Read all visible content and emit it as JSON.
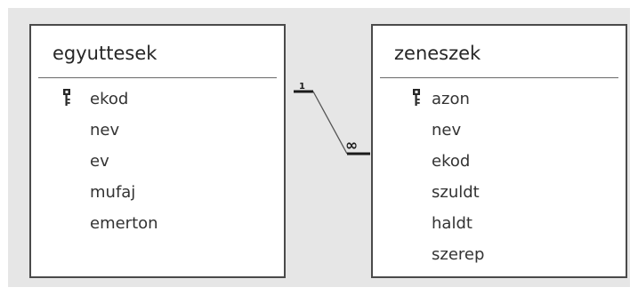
{
  "tables": {
    "left": {
      "title": "egyuttesek",
      "fields": [
        "ekod",
        "nev",
        "ev",
        "mufaj",
        "emerton"
      ]
    },
    "right": {
      "title": "zeneszek",
      "fields": [
        "azon",
        "nev",
        "ekod",
        "szuldt",
        "haldt",
        "szerep"
      ]
    }
  },
  "relationship": {
    "from_table": "egyuttesek",
    "from_field": "ekod",
    "to_table": "zeneszek",
    "to_field": "ekod",
    "one_label": "1",
    "many_label": "∞"
  },
  "colors": {
    "canvas_bg": "#e6e6e6",
    "border": "#4a4a4a",
    "text": "#333333"
  }
}
